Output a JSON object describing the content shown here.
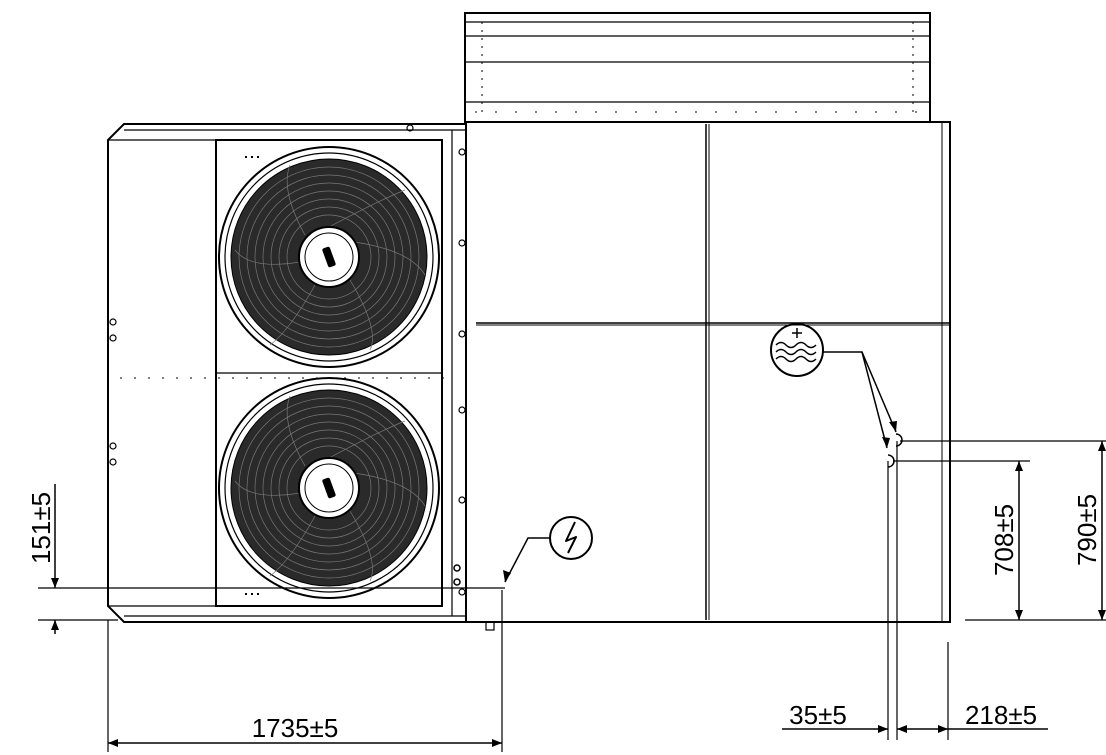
{
  "dimensions": {
    "total_length": "1735±5",
    "power_height": "151±5",
    "hydraulic_low_height": "708±5",
    "hydraulic_high_height": "790±5",
    "pipe_spacing": "35±5",
    "pipe_side_offset": "218±5"
  },
  "icons": {
    "power_connection": "electric-bolt-icon",
    "hydraulic_connection": "water-waves-icon"
  }
}
